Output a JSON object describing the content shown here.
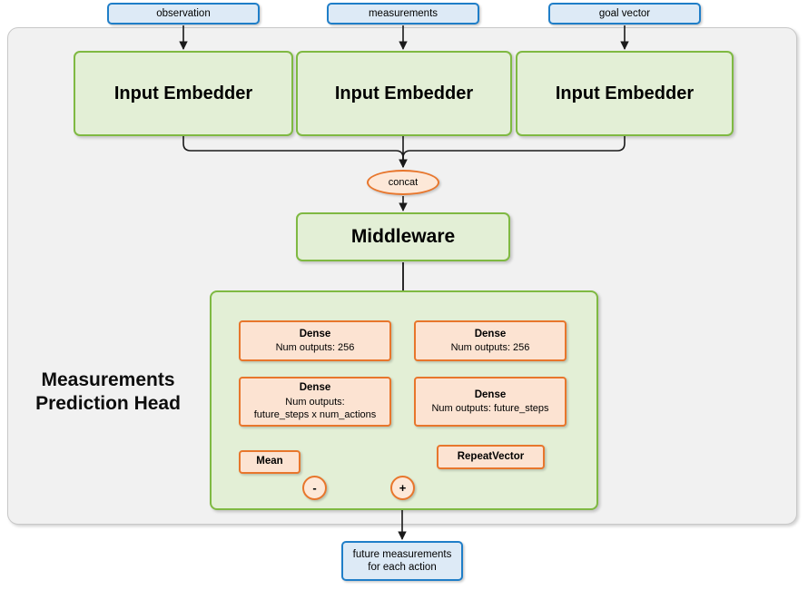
{
  "diagram": {
    "title": "Measurements Prediction Head",
    "inputs": [
      {
        "label": "observation"
      },
      {
        "label": "measurements"
      },
      {
        "label": "goal vector"
      }
    ],
    "embedders": [
      {
        "label": "Input Embedder"
      },
      {
        "label": "Input Embedder"
      },
      {
        "label": "Input Embedder"
      }
    ],
    "concat": {
      "label": "concat"
    },
    "middleware": {
      "label": "Middleware"
    },
    "head": {
      "label_line1": "Measurements",
      "label_line2": "Prediction Head",
      "left_branch": {
        "dense1": {
          "title": "Dense",
          "line1": "Num outputs: 256"
        },
        "dense2": {
          "title": "Dense",
          "line1": "Num outputs:",
          "line2": "future_steps x num_actions"
        },
        "mean": {
          "label": "Mean"
        },
        "minus": {
          "label": "-"
        }
      },
      "right_branch": {
        "dense1": {
          "title": "Dense",
          "line1": "Num outputs: 256"
        },
        "dense2": {
          "title": "Dense",
          "line1": "Num outputs: future_steps"
        },
        "repeat": {
          "label": "RepeatVector"
        }
      },
      "plus": {
        "label": "+"
      }
    },
    "output": {
      "line1": "future measurements",
      "line2": "for each action"
    },
    "colors": {
      "io_fill": "#ddeaf6",
      "io_border": "#1f7ec8",
      "module_fill": "#e3efd6",
      "module_border": "#7fb942",
      "op_fill": "#fce3d2",
      "op_border": "#e8762c",
      "frame_fill": "#f1f1f1",
      "frame_border": "#c8c8c8",
      "wire": "#1a1a1a"
    }
  }
}
